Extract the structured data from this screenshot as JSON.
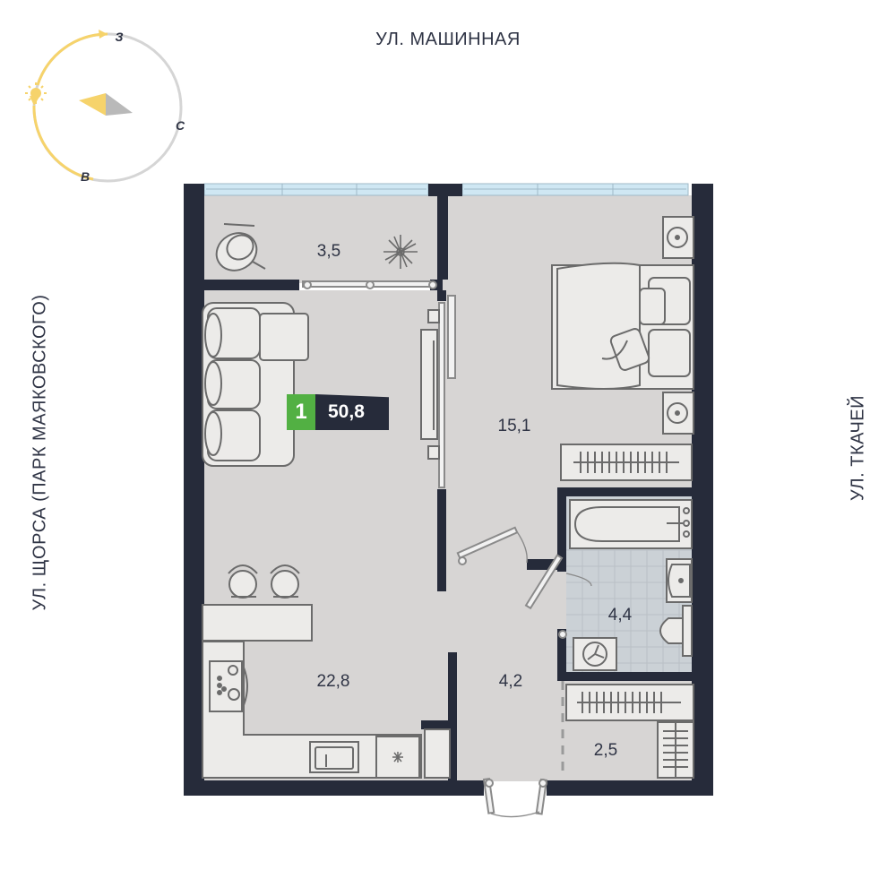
{
  "streets": {
    "top": "УЛ. МАШИННАЯ",
    "left": "УЛ. ЩОРСА (ПАРК МАЯКОВСКОГО)",
    "right": "УЛ. ТКАЧЕЙ"
  },
  "compass": {
    "west": "З",
    "north": "С",
    "east": "В"
  },
  "apartment": {
    "rooms": "1",
    "total_area": "50,8"
  },
  "rooms": {
    "balcony": "3,5",
    "living_kitchen": "22,8",
    "bedroom": "15,1",
    "hallway": "4,2",
    "bathroom": "4,4",
    "storage": "2,5"
  },
  "colors": {
    "wall": "#262b3a",
    "floor": "#d7d5d4",
    "furniture": "#ecebe9",
    "window": "#cfe7f3",
    "accent_green": "#52b043",
    "sun": "#f6d36b"
  }
}
